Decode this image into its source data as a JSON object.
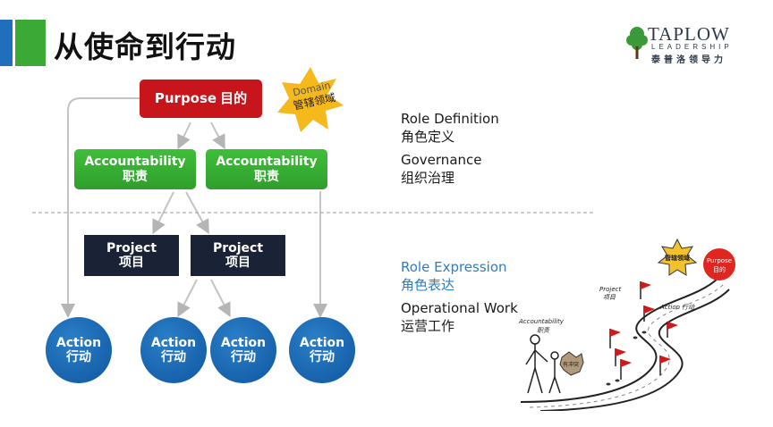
{
  "title": "从使命到行动",
  "logo": {
    "name": "TAPLOW",
    "sub": "LEADERSHIP",
    "cn": "泰普洛领导力"
  },
  "purpose": {
    "en": "Purpose",
    "cn": "目的"
  },
  "domain_badge": {
    "en": "Domain",
    "cn": "管辖领域"
  },
  "accountability": [
    {
      "en": "Accountability",
      "cn": "职责"
    },
    {
      "en": "Accountability",
      "cn": "职责"
    }
  ],
  "projects": [
    {
      "en": "Project",
      "cn": "项目"
    },
    {
      "en": "Project",
      "cn": "项目"
    }
  ],
  "actions": [
    {
      "en": "Action",
      "cn": "行动"
    },
    {
      "en": "Action",
      "cn": "行动"
    },
    {
      "en": "Action",
      "cn": "行动"
    },
    {
      "en": "Action",
      "cn": "行动"
    }
  ],
  "right_labels": {
    "role_definition": {
      "en": "Role Definition",
      "cn": "角色定义"
    },
    "governance": {
      "en": "Governance",
      "cn": "组织治理"
    },
    "role_expression": {
      "en": "Role Expression",
      "cn": "角色表达"
    },
    "operational_work": {
      "en": "Operational Work",
      "cn": "运营工作"
    }
  },
  "sketch": {
    "purpose": "Purpose",
    "purpose_cn": "目的",
    "domain_cn": "管辖领域",
    "project": "Project",
    "project_cn": "项目",
    "action": "Action",
    "action_cn": "行动",
    "accountability": "Accountability",
    "accountability_cn": "职责",
    "badge": "有冲突"
  },
  "colors": {
    "red": "#c8141b",
    "green": "#35ab31",
    "navy": "#1a2236",
    "blue": "#1363ad",
    "gold": "#f5b81c"
  }
}
